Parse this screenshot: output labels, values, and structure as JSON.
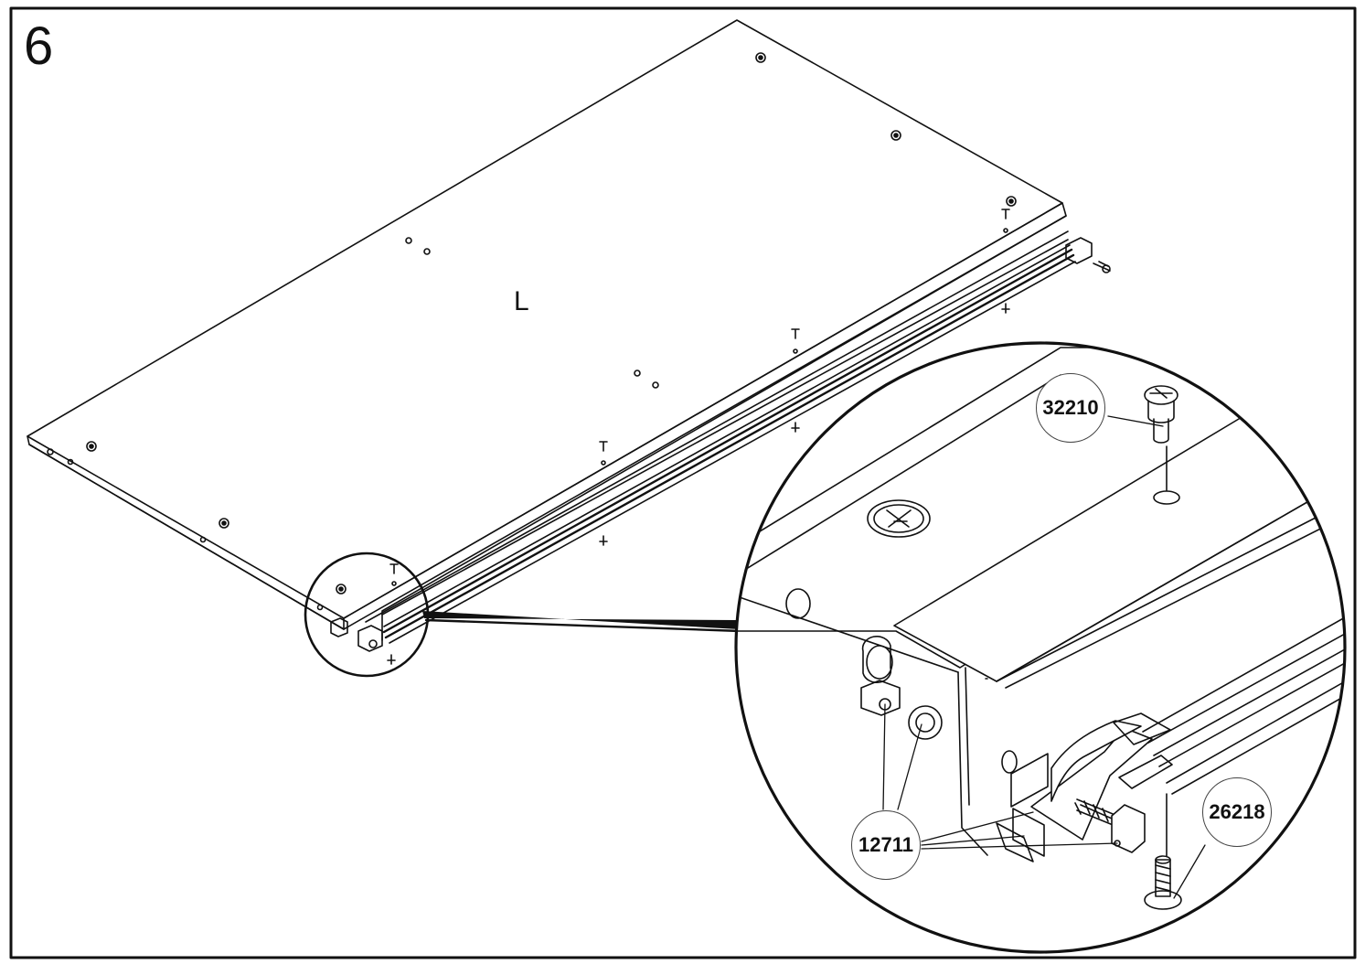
{
  "step": {
    "number": "6"
  },
  "panel": {
    "label": "L"
  },
  "callouts": {
    "part_32210": "32210",
    "part_12711": "12711",
    "part_26218": "26218"
  },
  "colors": {
    "line": "#111111",
    "background": "#ffffff"
  }
}
